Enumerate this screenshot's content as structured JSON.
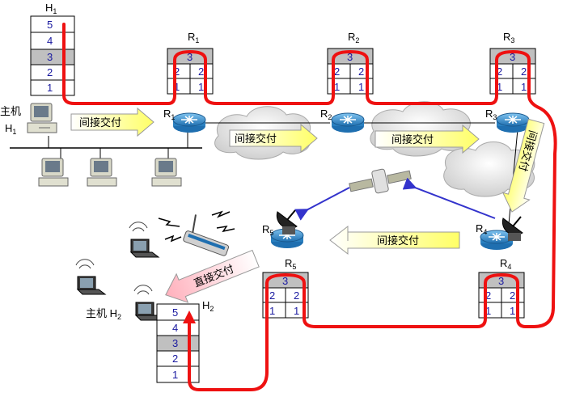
{
  "labels": {
    "h1_top": "H",
    "h1_top_sub": "1",
    "h2_top": "H",
    "h2_top_sub": "2",
    "host1": "主机",
    "host1_name": "H",
    "host1_name_sub": "1",
    "host2": "主机 H",
    "host2_sub": "2",
    "r1": "R",
    "r1_sub": "1",
    "r2": "R",
    "r2_sub": "2",
    "r3": "R",
    "r3_sub": "3",
    "r4": "R",
    "r4_sub": "4",
    "r5": "R",
    "r5_sub": "5"
  },
  "stacks": {
    "host_layers": [
      "5",
      "4",
      "3",
      "2",
      "1"
    ],
    "router_layers": [
      "3",
      "2",
      "2",
      "1",
      "1"
    ]
  },
  "arrows": {
    "indirect": "间接交付",
    "direct": "直接交付"
  },
  "colors": {
    "path": "#ee1111",
    "layer3": "#c0c0c0",
    "router": "#3a9ad6",
    "arrow_fill": "#ffff99",
    "direct_fill": "#ffc8d0",
    "link": "#3333cc"
  }
}
